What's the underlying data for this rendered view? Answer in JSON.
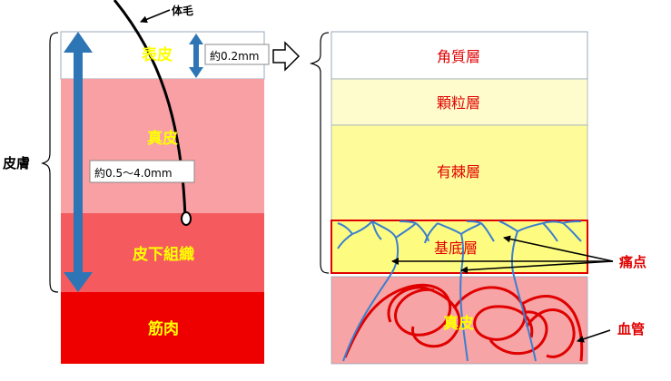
{
  "left_column": {
    "epidermis": "表皮",
    "dermis": "真皮",
    "subcutaneous": "皮下組織",
    "muscle": "筋肉",
    "hair": "体毛",
    "skin_bracket_label": "皮膚",
    "thickness_epidermis": "約0.2mm",
    "thickness_dermis": "約0.5～4.0mm"
  },
  "right_column": {
    "stratum_corneum": "角質層",
    "stratum_granulosum": "顆粒層",
    "stratum_spinosum": "有棘層",
    "stratum_basale": "基底層",
    "dermis": "真皮",
    "pain_points": "痛点",
    "blood_vessels": "血管"
  },
  "colors": {
    "epidermis": "#ffffff",
    "dermis": "#f8a0a4",
    "subcutaneous": "#f55a5f",
    "muscle": "#ee0000",
    "corneum": "#ffffff",
    "granulosum": "#fefccc",
    "spinosum": "#fefc9a",
    "basale": "#fefc80",
    "right_dermis": "#f6a4a6",
    "accent_red": "#e00000",
    "arrow_blue": "#2e75b6",
    "nerve_blue": "#3a7fd0"
  }
}
